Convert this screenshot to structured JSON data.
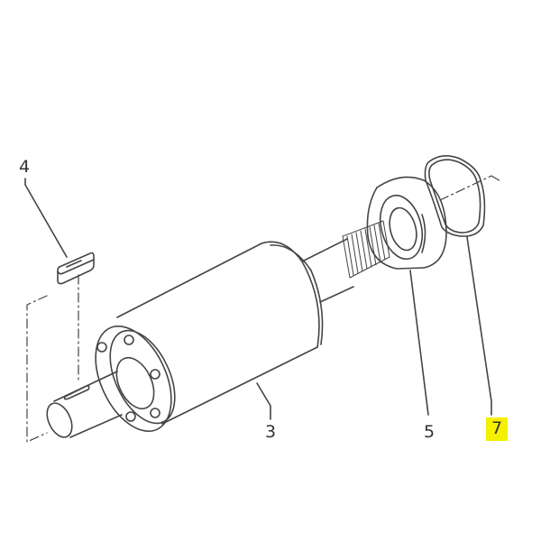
{
  "diagram": {
    "type": "exploded-parts-view",
    "parts": [
      {
        "id": "part-3",
        "label": "3",
        "name": "rotor-armature"
      },
      {
        "id": "part-4",
        "label": "4",
        "name": "shaft-key"
      },
      {
        "id": "part-5",
        "label": "5",
        "name": "bearing"
      },
      {
        "id": "part-7",
        "label": "7",
        "name": "wave-washer-ring",
        "highlighted": true
      }
    ],
    "colors": {
      "line": "#444444",
      "highlight": "#f5ef00"
    }
  }
}
